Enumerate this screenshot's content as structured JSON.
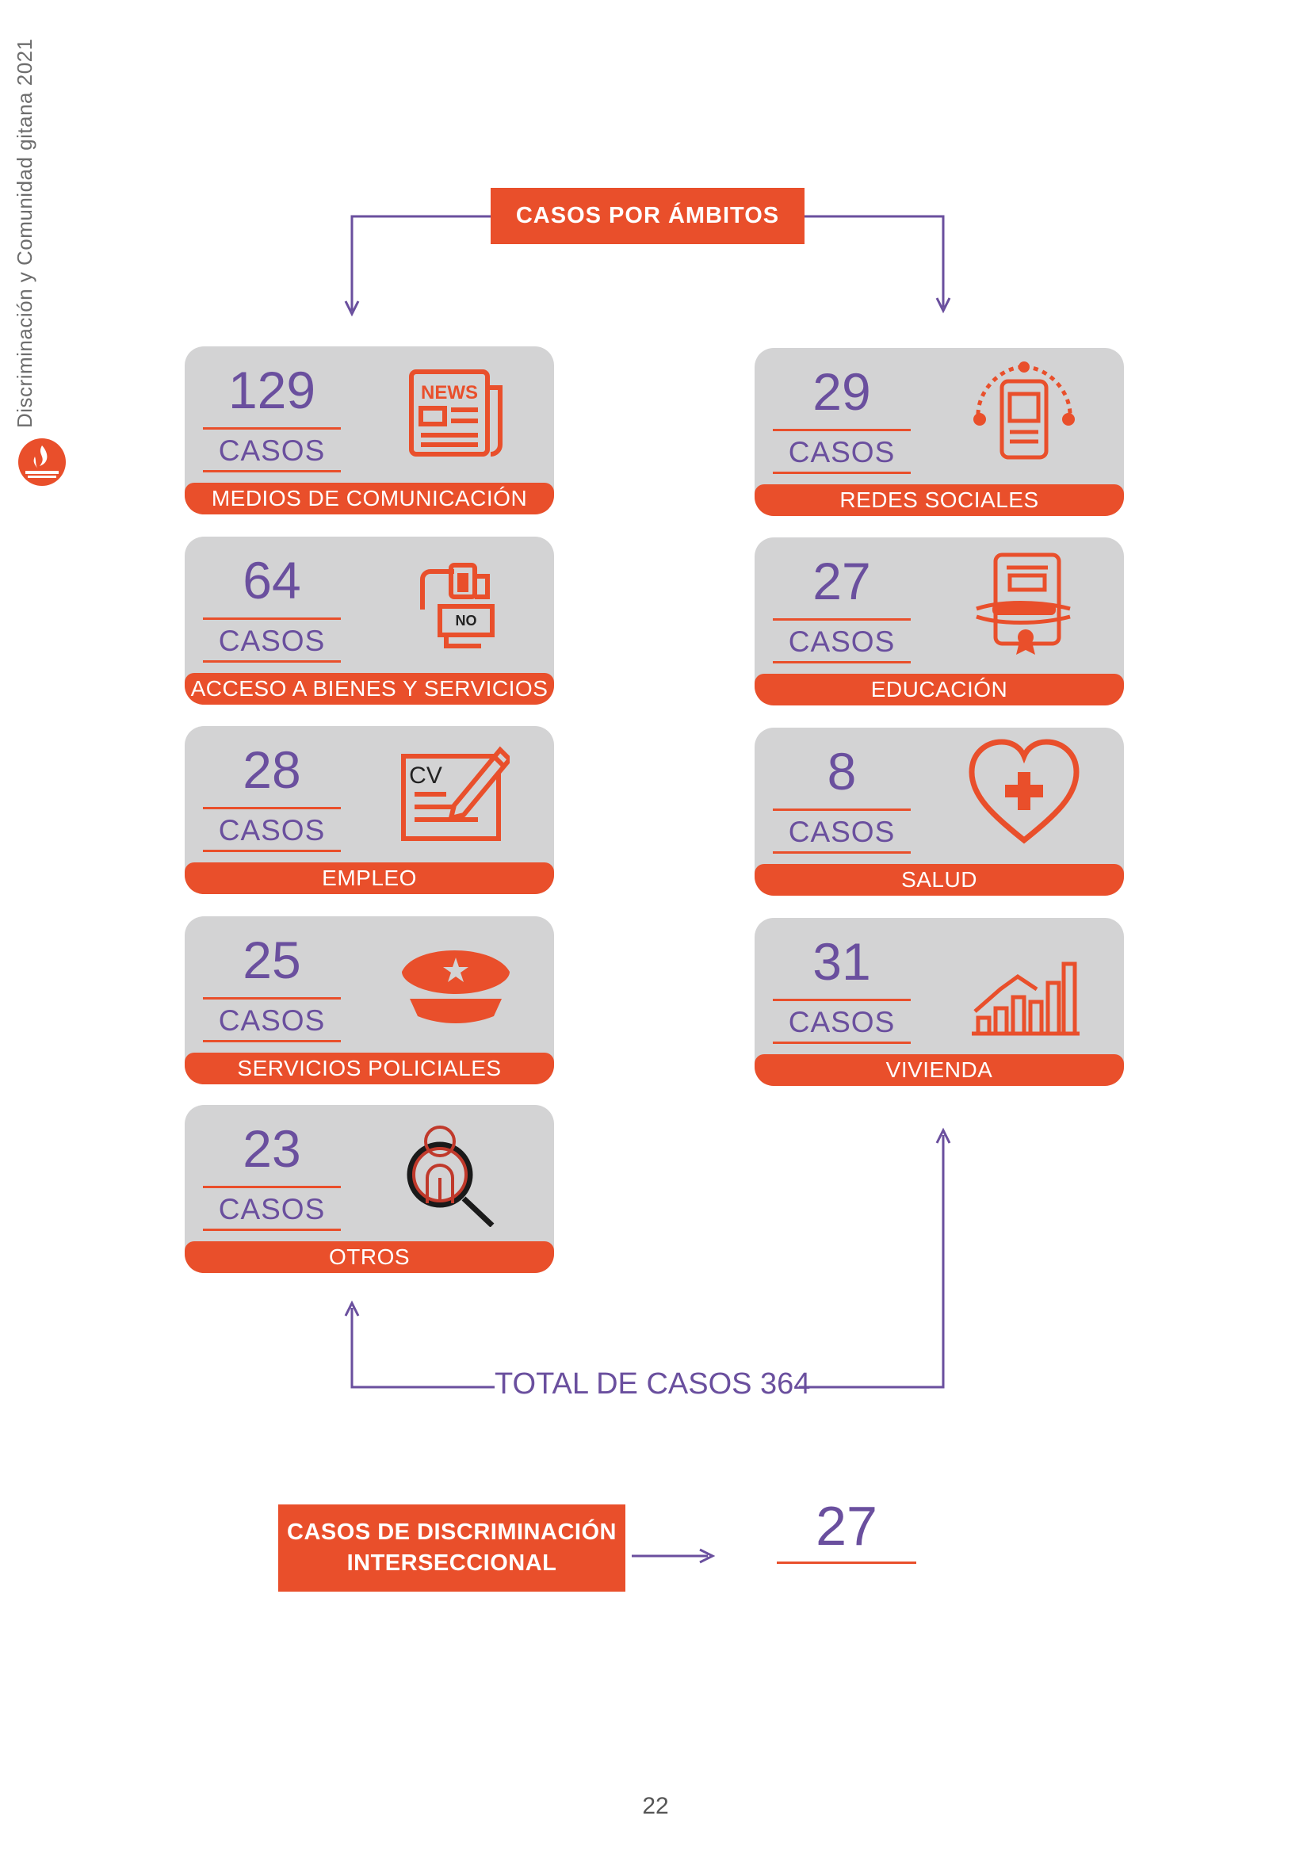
{
  "side": {
    "title": "Discriminación y Comunidad gitana 2021",
    "logo_icon": "fire-flame-logo-icon"
  },
  "colors": {
    "accent": "#e94f2b",
    "purple": "#6a4f9e",
    "card_bg": "#d3d3d4"
  },
  "header": {
    "label": "CASOS POR ÁMBITOS"
  },
  "cards_left": [
    {
      "count": "129",
      "unit": "CASOS",
      "label": "MEDIOS DE COMUNICACIÓN",
      "icon": "newspaper-icon"
    },
    {
      "count": "64",
      "unit": "CASOS",
      "label": "ACCESO A BIENES Y SERVICIOS",
      "icon": "no-access-sign-icon"
    },
    {
      "count": "28",
      "unit": "CASOS",
      "label": "EMPLEO",
      "icon": "cv-document-pencil-icon"
    },
    {
      "count": "25",
      "unit": "CASOS",
      "label": "SERVICIOS POLICIALES",
      "icon": "police-cap-icon"
    },
    {
      "count": "23",
      "unit": "CASOS",
      "label": "OTROS",
      "icon": "person-magnifier-icon"
    }
  ],
  "cards_right": [
    {
      "count": "29",
      "unit": "CASOS",
      "label": "REDES SOCIALES",
      "icon": "social-network-device-icon"
    },
    {
      "count": "27",
      "unit": "CASOS",
      "label": "EDUCACIÓN",
      "icon": "diploma-book-icon"
    },
    {
      "count": "8",
      "unit": "CASOS",
      "label": "SALUD",
      "icon": "heart-plus-icon"
    },
    {
      "count": "31",
      "unit": "CASOS",
      "label": "VIVIENDA",
      "icon": "housing-bar-chart-icon"
    }
  ],
  "total": {
    "label": "TOTAL DE CASOS 364"
  },
  "intersectional": {
    "line1": "CASOS DE DISCRIMINACIÓN",
    "line2": "INTERSECCIONAL",
    "value": "27"
  },
  "page": {
    "number": "22"
  }
}
